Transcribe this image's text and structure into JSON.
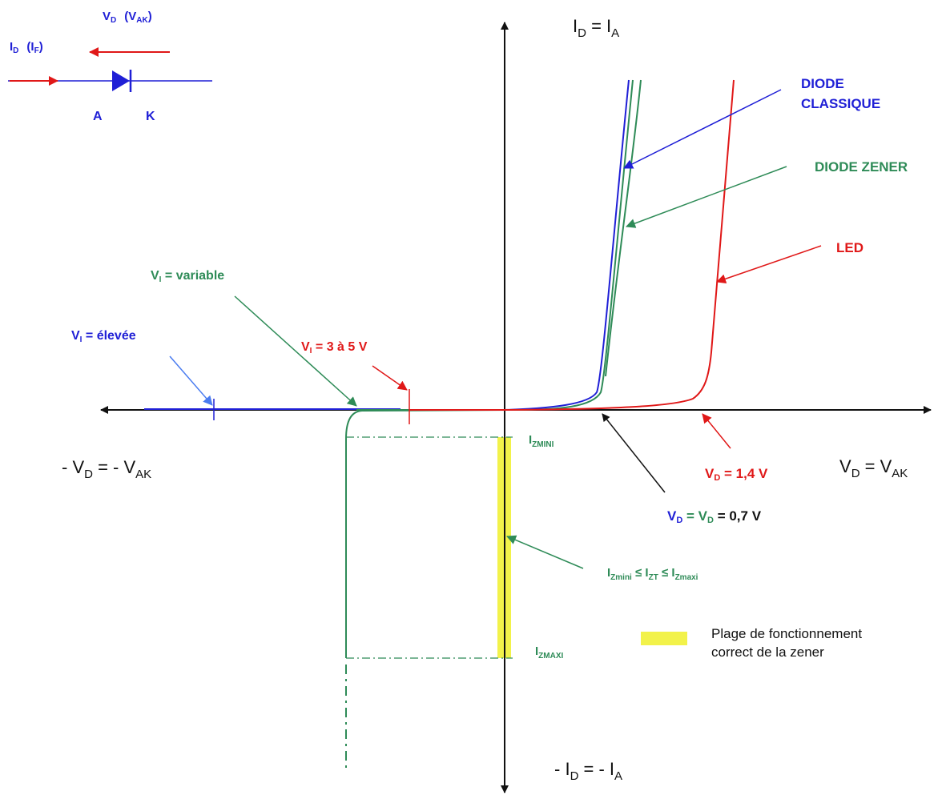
{
  "colors": {
    "axis": "#111111",
    "blue": "#1f1fd6",
    "green": "#2e8b57",
    "red": "#e01818",
    "yellow": "#f2f24a",
    "black": "#111111"
  },
  "diode_symbol": {
    "vd_label": {
      "main": "V",
      "sub": "D",
      "extra_main": "(V",
      "extra_sub": "AK",
      "extra_close": ")"
    },
    "id_label": {
      "main": "I",
      "sub": "D",
      "extra_main": "(I",
      "extra_sub": "F",
      "extra_close": ")"
    },
    "anode": "A",
    "cathode": "K"
  },
  "axes": {
    "y_pos": {
      "p1": "I",
      "s1": "D",
      "p2": "  =  I",
      "s2": "A"
    },
    "y_neg": {
      "p1": "- I",
      "s1": "D",
      "p2": " = - I",
      "s2": "A"
    },
    "x_pos": {
      "p1": "V",
      "s1": "D",
      "p2": " = V",
      "s2": "AK"
    },
    "x_neg": {
      "p1": "- V",
      "s1": "D",
      "p2": "  = - V",
      "s2": "AK"
    }
  },
  "labels": {
    "diode_classique_1": "DIODE",
    "diode_classique_2": "CLASSIQUE",
    "diode_zener": "DIODE  ZENER",
    "led": "LED",
    "vi_variable": {
      "p1": "V",
      "s1": "I",
      "p2": " = variable"
    },
    "vi_elevee": {
      "p1": "V",
      "s1": "I",
      "p2": " = élevée"
    },
    "vi_3a5": {
      "p1": "V",
      "s1": "I",
      "p2": " = 3 à 5 V"
    },
    "vd_14": {
      "p1": "V",
      "s1": "D",
      "p2": " = 1,4 V"
    },
    "vd_07": {
      "p1": "V",
      "s1": "D",
      "p2": " = V",
      "s2": "D",
      "p3": " = 0,7 V"
    },
    "izmini": {
      "p1": "I",
      "s1": "ZMINI"
    },
    "izmaxi": {
      "p1": "I",
      "s1": "ZMAXI"
    },
    "izt_range": {
      "p1": "I",
      "s1": "Zmini",
      "p2": " ≤ I",
      "s2": "ZT",
      "p3": " ≤  I",
      "s3": "Zmaxi"
    }
  },
  "legend": {
    "line1": "Plage de fonctionnement",
    "line2": "correct de la zener"
  }
}
